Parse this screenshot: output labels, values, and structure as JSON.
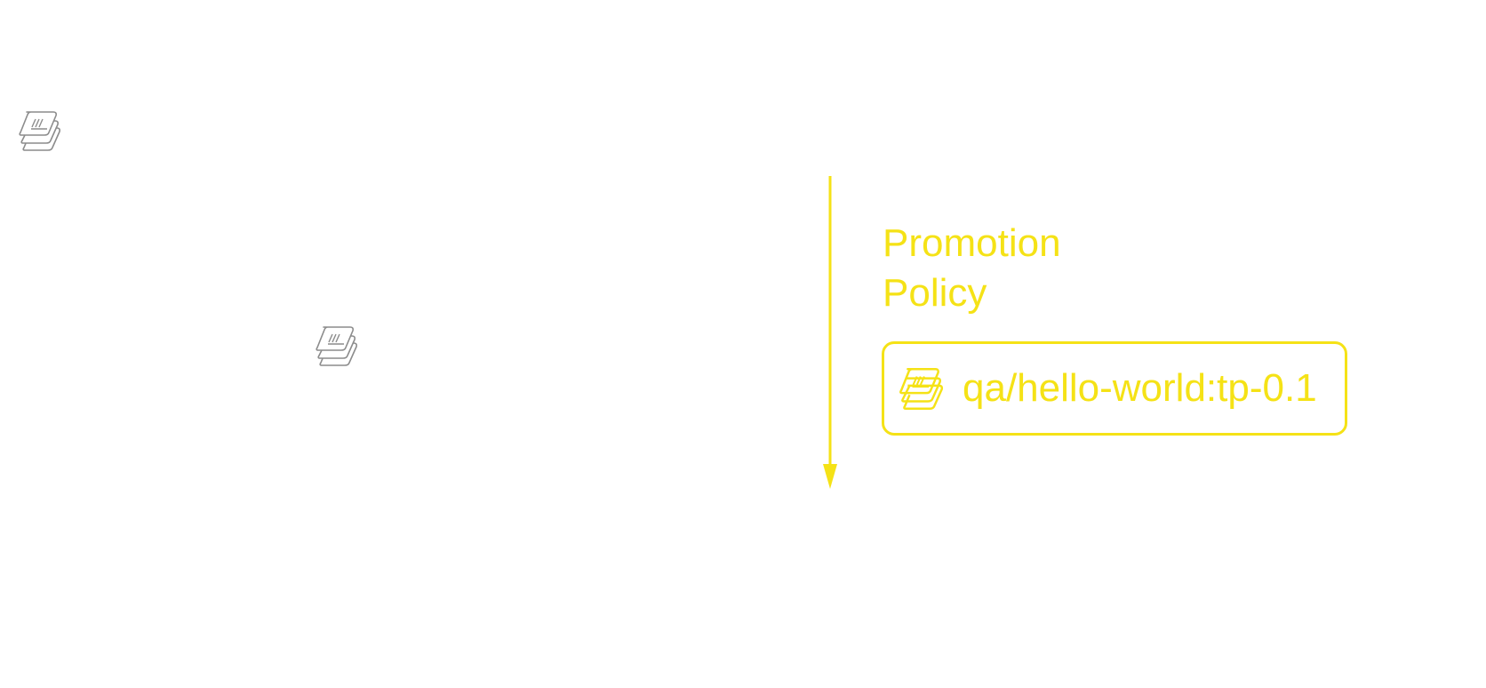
{
  "colors": {
    "accent": "#f5e216",
    "icon_outline": "#9a9a9a"
  },
  "policy": {
    "title_line1": "Promotion",
    "title_line2": "Policy"
  },
  "tag": {
    "label": "qa/hello-world:tp-0.1",
    "icon": "image-stack-icon"
  },
  "nodes": [
    {
      "icon": "image-stack-icon"
    },
    {
      "icon": "image-stack-icon"
    }
  ]
}
